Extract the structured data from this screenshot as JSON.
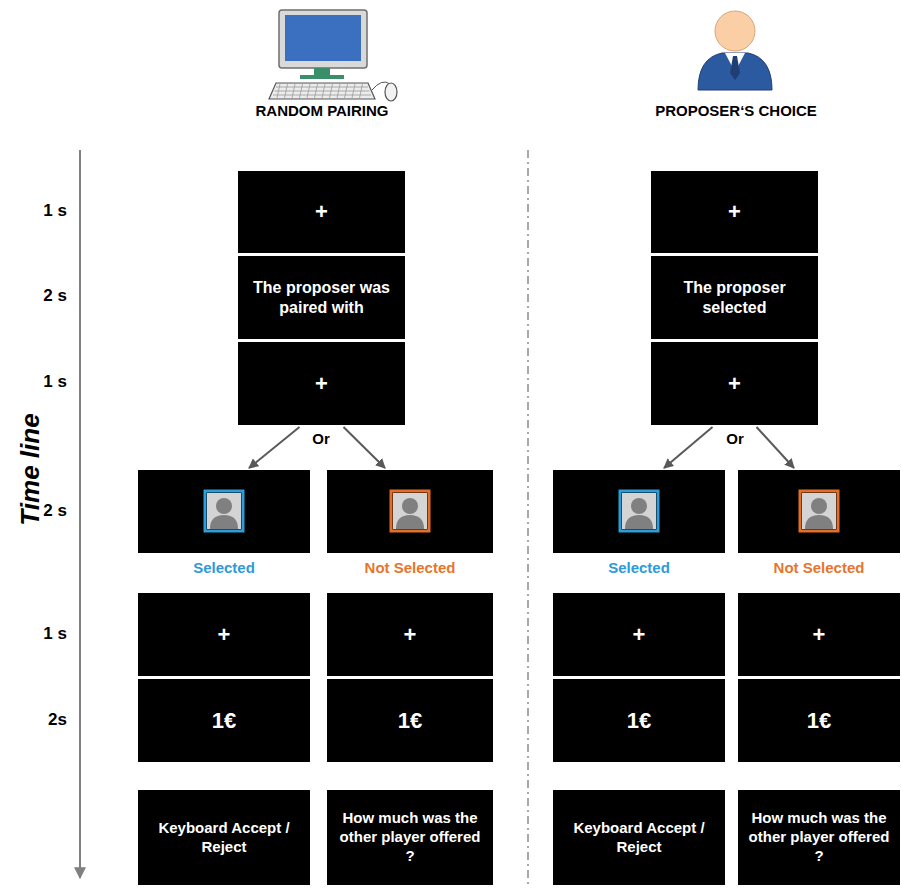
{
  "diagram": {
    "nodes": [
      {
        "text": [
          "+"
        ]
      },
      {
        "text": [
          "The proposer was paired with"
        ]
      },
      {
        "text": [
          "+"
        ]
      },
      {
        "text": [
          "Selected"
        ]
      },
      {
        "text": [
          "Not Selected"
        ]
      },
      {
        "text": [
          "+"
        ]
      },
      {
        "text": [
          "+"
        ]
      },
      {
        "text": [
          "1€"
        ]
      },
      {
        "text": [
          "1€"
        ]
      },
      {
        "text": [
          "Keyboard Accept / Reject"
        ]
      },
      {
        "text": [
          "How much was the other player offered ?"
        ]
      },
      {
        "text": [
          "+"
        ]
      },
      {
        "text": [
          "The proposer selected"
        ]
      },
      {
        "text": [
          "+"
        ]
      },
      {
        "text": [
          "Selected"
        ]
      },
      {
        "text": [
          "Not Selected"
        ]
      },
      {
        "text": [
          "+"
        ]
      },
      {
        "text": [
          "+"
        ]
      },
      {
        "text": [
          "1€"
        ]
      },
      {
        "text": [
          "1€"
        ]
      },
      {
        "text": [
          "Keyboard Accept / Reject"
        ]
      },
      {
        "text": [
          "How much was the other player offered ?"
        ]
      }
    ],
    "edges": [
      {
        "from": 2,
        "to": 3,
        "arrow": "to"
      },
      {
        "from": 2,
        "to": 4,
        "arrow": "to"
      },
      {
        "from": 13,
        "to": 14,
        "arrow": "to"
      },
      {
        "from": 13,
        "to": 15,
        "arrow": "to"
      }
    ],
    "labels": [
      "RANDOM PAIRING",
      "PROPOSER‘S CHOICE",
      "1 s",
      "2 s",
      "1 s",
      "2 s",
      "1 s",
      "2s",
      "Time line",
      "Or",
      "Or"
    ]
  }
}
